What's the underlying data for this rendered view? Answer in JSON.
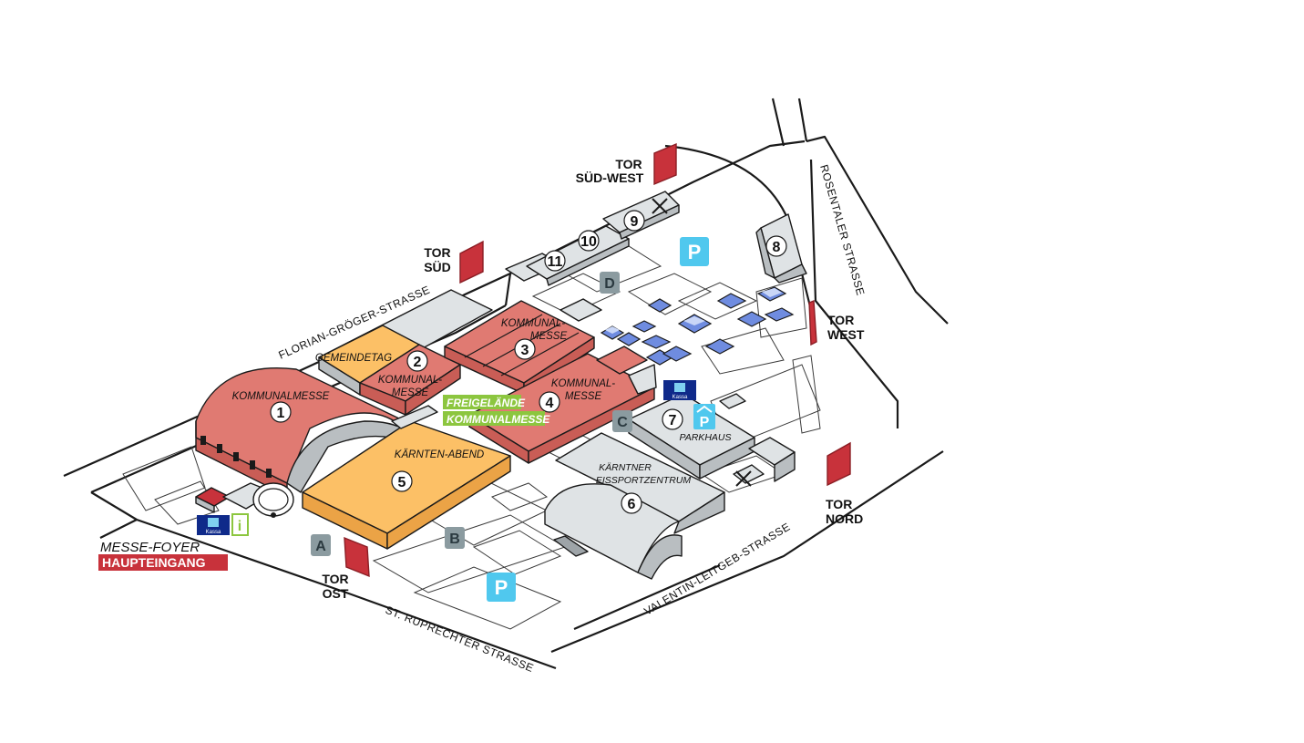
{
  "streets": {
    "florian": "FLORIAN-GRÖGER-STRASSE",
    "rosentaler": "ROSENTALER STRASSE",
    "valentin": "VALENTIN-LEITGEB-STRASSE",
    "ruprechter": "ST. RUPRECHTER STRASSE"
  },
  "gates": {
    "sued_west": [
      "TOR",
      "SÜD-WEST"
    ],
    "sued": [
      "TOR",
      "SÜD"
    ],
    "west": [
      "TOR",
      "WEST"
    ],
    "nord": [
      "TOR",
      "NORD"
    ],
    "ost": [
      "TOR",
      "OST"
    ]
  },
  "halls": {
    "h1": {
      "number": "1",
      "label": "KOMMUNALMESSE"
    },
    "h2": {
      "number": "2",
      "label_top": "GEMEINDETAG",
      "label": [
        "KOMMUNAL-",
        "MESSE"
      ]
    },
    "h3": {
      "number": "3",
      "label": [
        "KOMMUNAL-",
        "MESSE"
      ]
    },
    "h4": {
      "number": "4",
      "label": [
        "KOMMUNAL-",
        "MESSE"
      ]
    },
    "h5": {
      "number": "5",
      "label": "KÄRNTEN-ABEND"
    },
    "h6": {
      "number": "6",
      "label": [
        "KÄRNTNER",
        "EISSPORTZENTRUM"
      ]
    },
    "h7": {
      "number": "7",
      "label": "PARKHAUS"
    },
    "h8": {
      "number": "8"
    },
    "h9": {
      "number": "9"
    },
    "h10": {
      "number": "10"
    },
    "h11": {
      "number": "11"
    }
  },
  "outdoor_area": [
    "FREIGELÄNDE",
    "KOMMUNALMESSE"
  ],
  "zones": [
    "A",
    "B",
    "C",
    "D"
  ],
  "parking_symbol": "P",
  "ticket_label": "Kassa",
  "info_symbol": "i",
  "entrance": {
    "foyer": "MESSE-FOYER",
    "main": "HAUPTEINGANG"
  },
  "colors": {
    "exhibition_red": "#e07a72",
    "event_orange": "#fcc066",
    "gate_red": "#c8323b",
    "parking_cyan": "#50c8ee",
    "outdoor_green": "#8cc63f",
    "zone_grey": "#8b9ba0"
  },
  "icons": [
    "ticket-office-icon",
    "info-icon",
    "parking-icon",
    "parking-garage-icon",
    "restricted-x-icon"
  ]
}
